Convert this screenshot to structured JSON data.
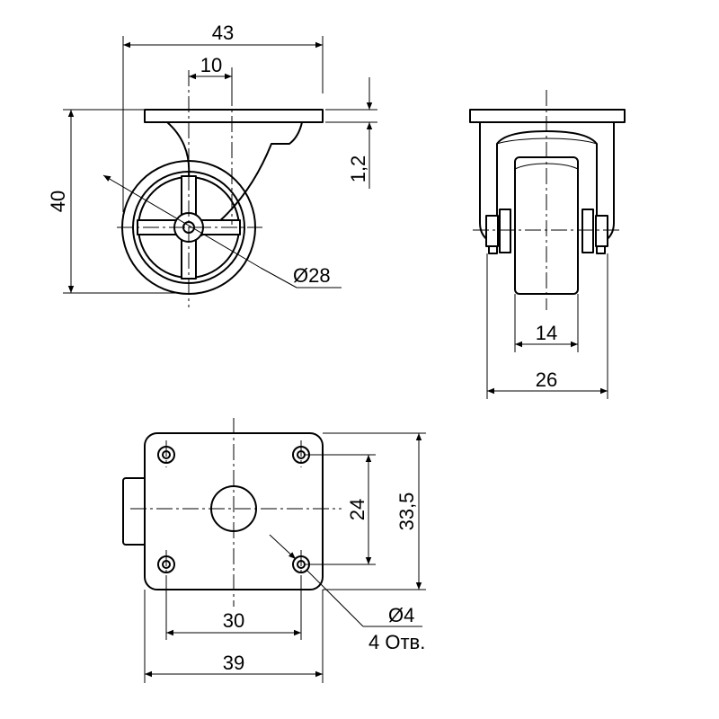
{
  "dimensions": {
    "top_width": "43",
    "offset": "10",
    "height": "40",
    "plate_thickness": "1,2",
    "wheel_diameter": "Ø28",
    "wheel_width": "14",
    "overall_width": "26",
    "hole_spacing_y": "24",
    "plate_depth": "33,5",
    "hole_spacing_x": "30",
    "plate_width": "39",
    "hole_diameter": "Ø4",
    "hole_count": "4 Отв."
  }
}
